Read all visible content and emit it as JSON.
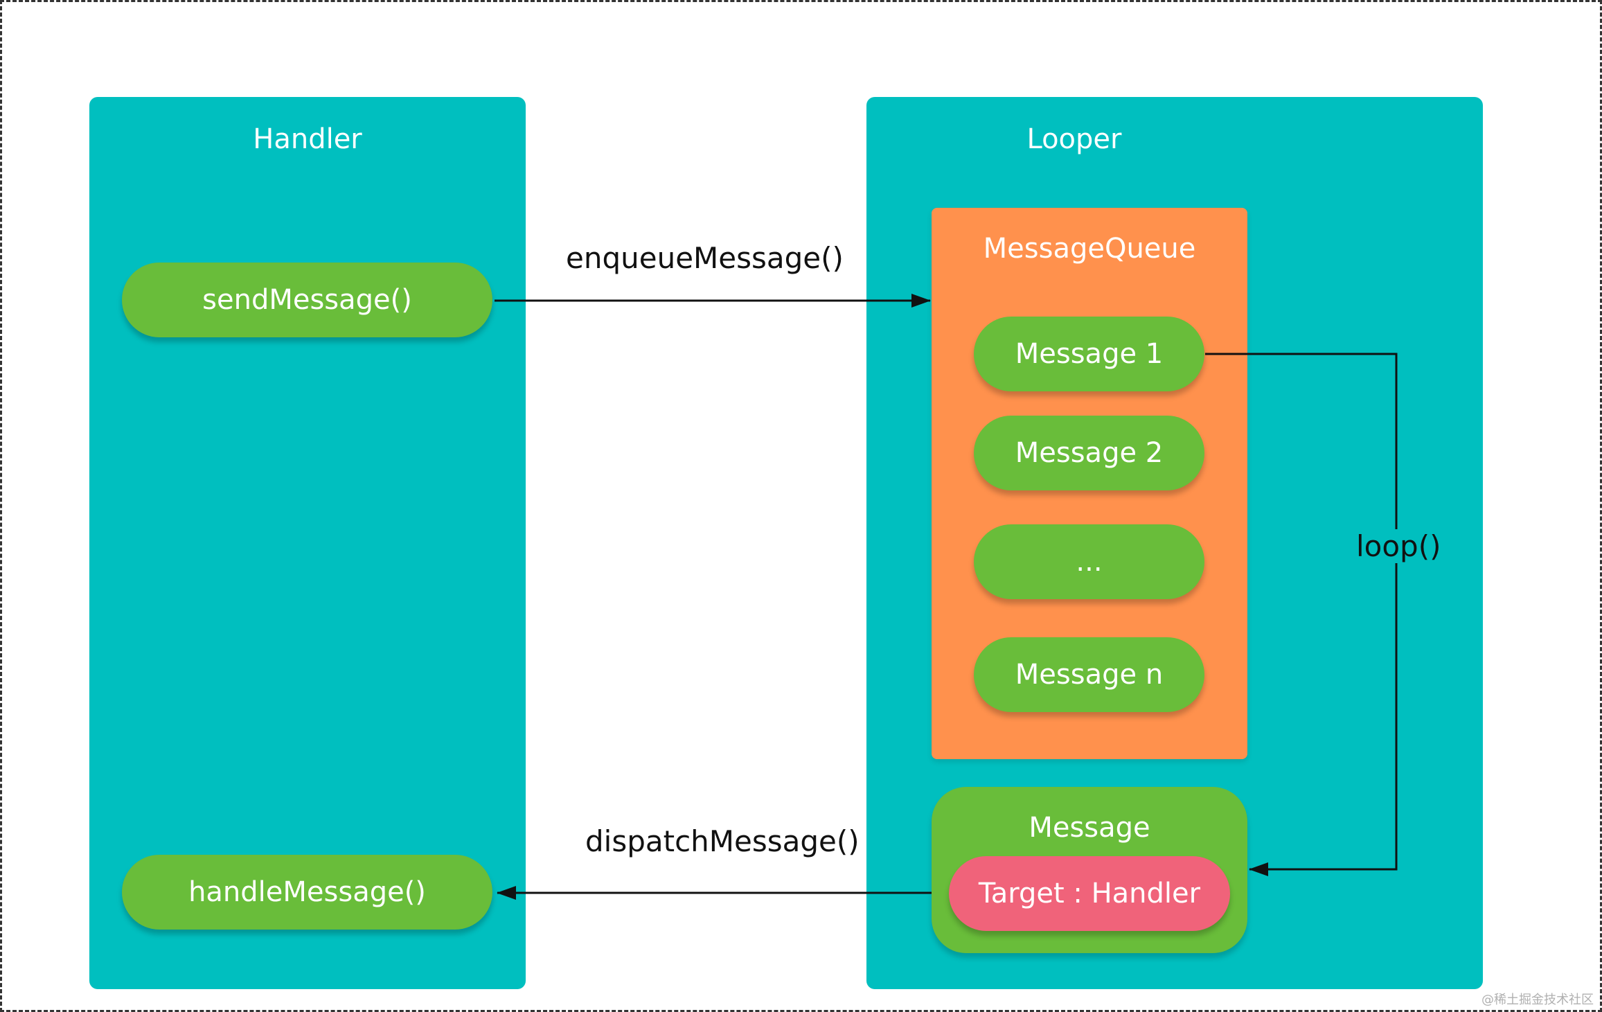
{
  "handler": {
    "title": "Handler",
    "send_label": "sendMessage()",
    "handle_label": "handleMessage()"
  },
  "looper": {
    "title": "Looper",
    "queue": {
      "title": "MessageQueue",
      "items": [
        "Message 1",
        "Message 2",
        "...",
        "Message n"
      ]
    },
    "message": {
      "title": "Message",
      "target_label": "Target : Handler"
    }
  },
  "edges": {
    "enqueue_label": "enqueueMessage()",
    "dispatch_label": "dispatchMessage()",
    "loop_label": "loop()"
  },
  "watermark": "@稀土掘金技术社区",
  "colors": {
    "panel": "#00bfbf",
    "queue": "#ff914d",
    "pill": "#69bd3a",
    "target": "#f0637a"
  }
}
